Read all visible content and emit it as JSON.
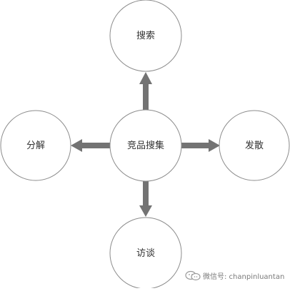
{
  "diagram": {
    "center": {
      "label": "竞品搜集"
    },
    "top": {
      "label": "搜索"
    },
    "left": {
      "label": "分解"
    },
    "right": {
      "label": "发散"
    },
    "bottom": {
      "label": "访谈"
    }
  },
  "colors": {
    "circle_stroke": "#8c8c8c",
    "arrow_fill": "#737373",
    "text": "#333333",
    "watermark": "#7a7a7a"
  },
  "watermark": {
    "icon": "wechat-icon",
    "text": "微信号: chanpinluantan"
  }
}
